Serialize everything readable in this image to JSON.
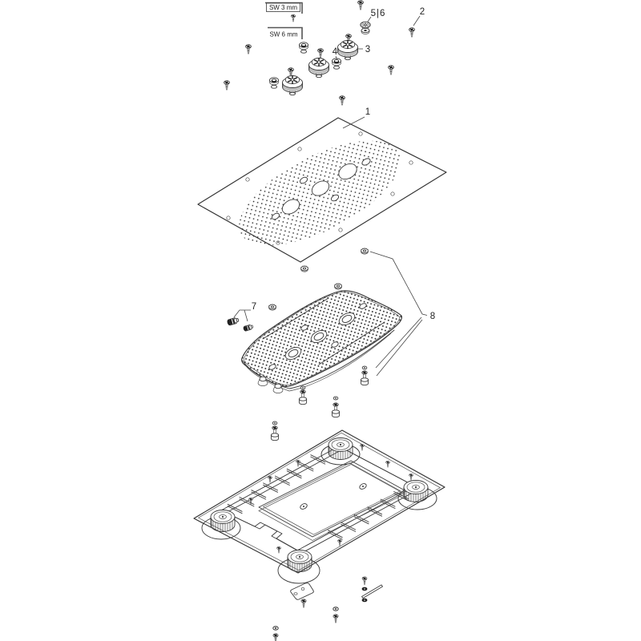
{
  "canvas": {
    "background": "#ffffff",
    "line_color": "#3a3a3a",
    "dark_accent": "#161616"
  },
  "tools": {
    "sw3": "SW 3 mm",
    "sw6": "SW 6 mm"
  },
  "callouts": {
    "c1": "1",
    "c2": "2",
    "c3": "3",
    "c4": "4",
    "c56": "5|6",
    "c7": "7",
    "c8": "8"
  }
}
